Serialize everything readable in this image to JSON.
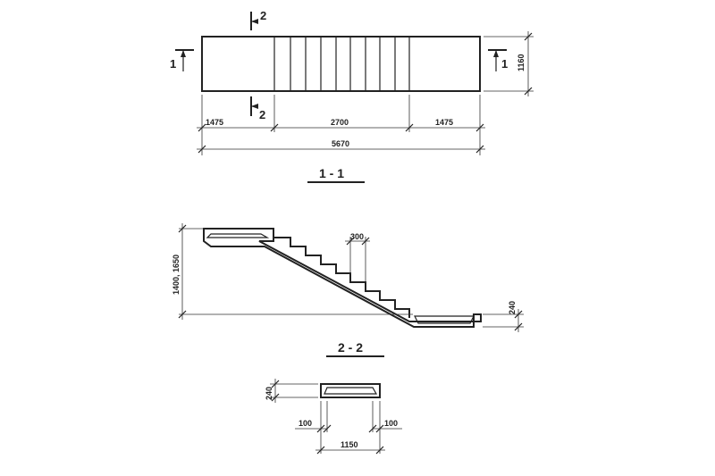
{
  "plan": {
    "dims": {
      "left": "1475",
      "middle": "2700",
      "right": "1475",
      "total": "5670",
      "height": "1160"
    },
    "section_marks": {
      "left": "1",
      "right": "1",
      "top": "2",
      "bottom": "2"
    }
  },
  "section_1_1": {
    "title": "1 - 1",
    "dims": {
      "step": "300",
      "height": "1400, 1650",
      "landing": "240"
    }
  },
  "section_2_2": {
    "title": "2 - 2",
    "dims": {
      "height": "240",
      "left_edge": "100",
      "right_edge": "100",
      "width": "1150"
    }
  }
}
